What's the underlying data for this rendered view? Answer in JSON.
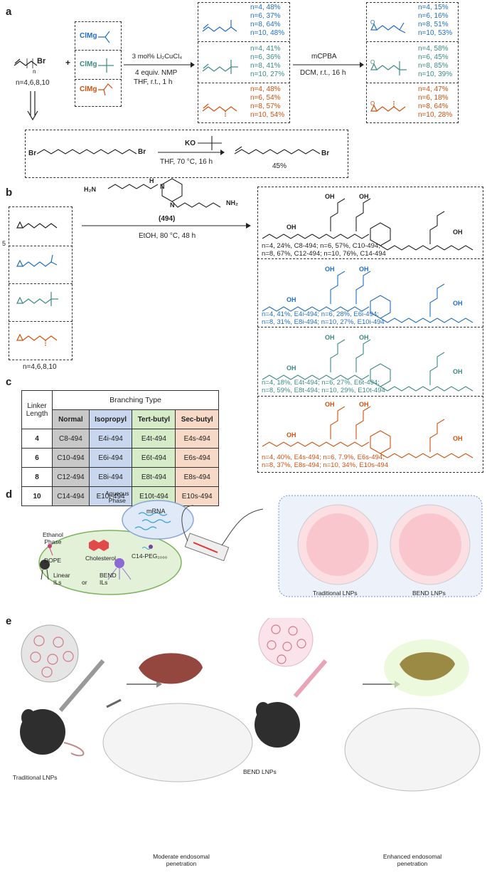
{
  "panels": {
    "a": "a",
    "b": "b",
    "c": "c",
    "d": "d",
    "e": "e"
  },
  "panel_a": {
    "n_values": "n=4,6,8,10",
    "plus": "+",
    "br": "Br",
    "n_sub": "n",
    "grignard": [
      "ClMg",
      "ClMg",
      "ClMg"
    ],
    "cond1": [
      "3 mol% Li₂CuCl₄",
      "4 equiv. NMP",
      "THF, r.t., 1 h"
    ],
    "cond2": [
      "mCPBA",
      "DCM, r.t., 16 h"
    ],
    "alkenes_iso": [
      "n=4, 48%",
      "n=6, 37%",
      "n=8, 64%",
      "n=10, 48%"
    ],
    "alkenes_tert": [
      "n=4, 41%",
      "n=6, 36%",
      "n=8, 41%",
      "n=10, 27%"
    ],
    "alkenes_sec": [
      "n=4, 48%",
      "n=6, 54%",
      "n=8, 57%",
      "n=10, 54%"
    ],
    "epox_iso": [
      "n=4, 15%",
      "n=6, 16%",
      "n=8, 51%",
      "n=10, 53%"
    ],
    "epox_tert": [
      "n=4, 58%",
      "n=6, 45%",
      "n=8, 85%",
      "n=10, 39%"
    ],
    "epox_sec": [
      "n=4, 47%",
      "n=6, 18%",
      "n=8, 64%",
      "n=10, 28%"
    ],
    "ko": "KO",
    "cond3": "THF, 70 °C, 16 h",
    "yield3": "45%"
  },
  "panel_b": {
    "five": "5",
    "amine_nh2_left": "H₂N",
    "amine_h": "H",
    "amine_n": "N",
    "amine_nh2_right": "NH₂",
    "amine_id": "(494)",
    "cond": "EtOH, 80 °C, 48 h",
    "n_values": "n=4,6,8,10",
    "oh": "OH",
    "normal_1": "n=4, 24%, C8-494; n=6, 57%, C10-494;",
    "normal_2": "n=8, 67%, C12-494; n=10, 76%, C14-494",
    "iso_1": "n=4, 41%, E4i-494; n=6, 28%, E6i-494;",
    "iso_2": "n=8, 31%, E8i-494; n=10, 27%, E10i-494",
    "tert_1": "n=4, 18%, E4t-494; n=6, 27%, E6t-494;",
    "tert_2": "n=8, 59%, E8t-494; n=10, 29%, E10t-494",
    "sec_1": "n=4, 40%, E4s-494; n=6, 7.9%, E6s-494;",
    "sec_2": "n=8, 37%, E8s-494; n=10, 34%, E10s-494"
  },
  "panel_c": {
    "corner": "Linker Length",
    "header": "Branching Type",
    "cols": [
      "Normal",
      "Isopropyl",
      "Tert-butyl",
      "Sec-butyl"
    ],
    "rows": [
      {
        "len": "4",
        "vals": [
          "C8-494",
          "E4i-494",
          "E4t-494",
          "E4s-494"
        ]
      },
      {
        "len": "6",
        "vals": [
          "C10-494",
          "E6i-494",
          "E6t-494",
          "E6s-494"
        ]
      },
      {
        "len": "8",
        "vals": [
          "C12-494",
          "E8i-494",
          "E8t-494",
          "E8s-494"
        ]
      },
      {
        "len": "10",
        "vals": [
          "C14-494",
          "E10i-494",
          "E10t-494",
          "E10s-494"
        ]
      }
    ]
  },
  "panel_d": {
    "aqueous": "Aqueous\nPhase",
    "mrna": "mRNA",
    "ethanol": "Ethanol\nPhase",
    "dope": "DOPE",
    "cholesterol": "Cholesterol",
    "peg": "C14-PEG₂₀₀₀",
    "linear": "Linear\nILs",
    "or": "or",
    "bend_ils": "BEND\nILs",
    "trad_lnp": "Traditional LNPs",
    "bend_lnp": "BEND LNPs"
  },
  "panel_e": {
    "trad": "Traditional LNPs",
    "bend": "BEND LNPs",
    "moderate": "Moderate endosomal\npenetration",
    "enhanced": "Enhanced endosomal\npenetration"
  },
  "colors": {
    "blue": "#1f6fc4",
    "teal": "#3a8a84",
    "orange": "#d2500f",
    "c_normal": "#c8c8c8",
    "c_iso": "#c9d7ee",
    "c_tert": "#d6ecc9",
    "c_sec": "#f6d9c6"
  }
}
